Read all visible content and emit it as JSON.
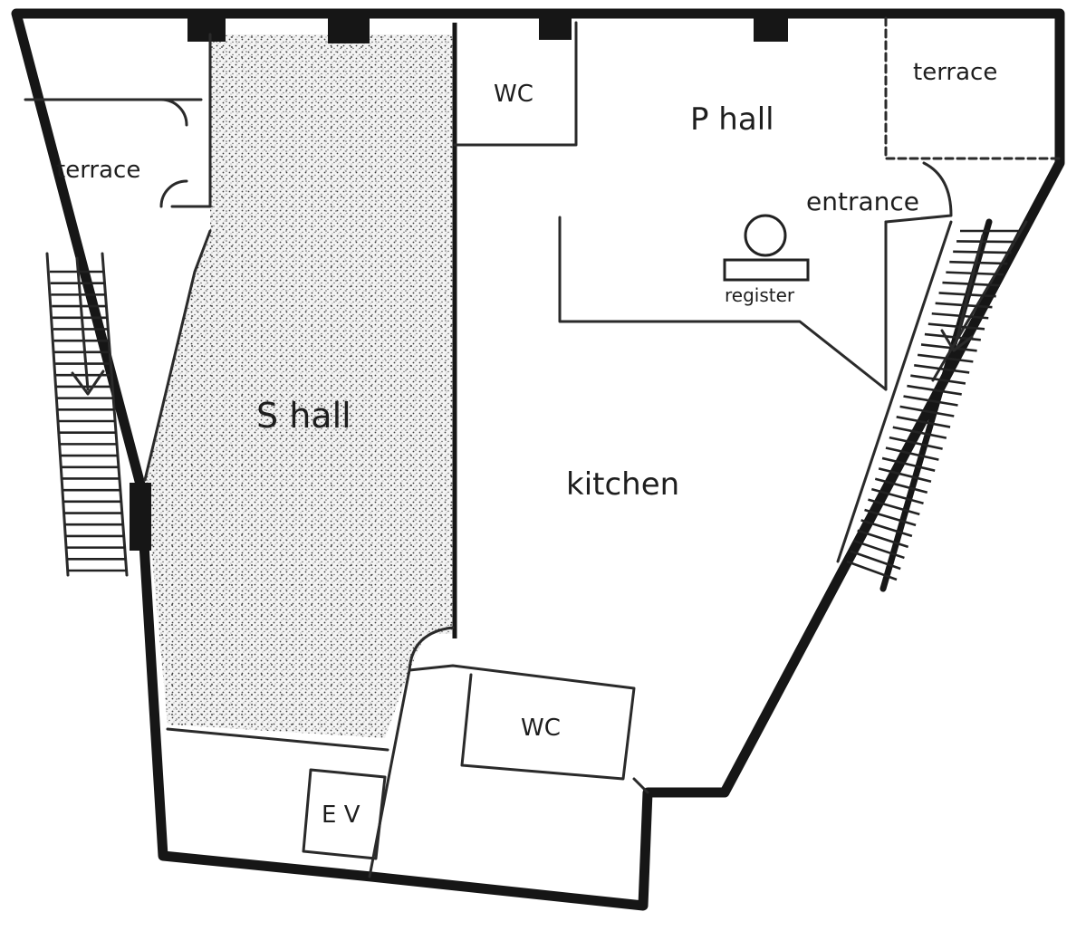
{
  "labels": {
    "terrace_left": "terrace",
    "s_hall": "S hall",
    "wc_top": "WC",
    "p_hall": "P hall",
    "terrace_right": "terrace",
    "entrance": "entrance",
    "register": "register",
    "kitchen": "kitchen",
    "wc_bottom": "WC",
    "ev": "E V"
  },
  "colors": {
    "wall": "#161616",
    "stipple": "#3a3a3a",
    "background": "#ffffff"
  }
}
